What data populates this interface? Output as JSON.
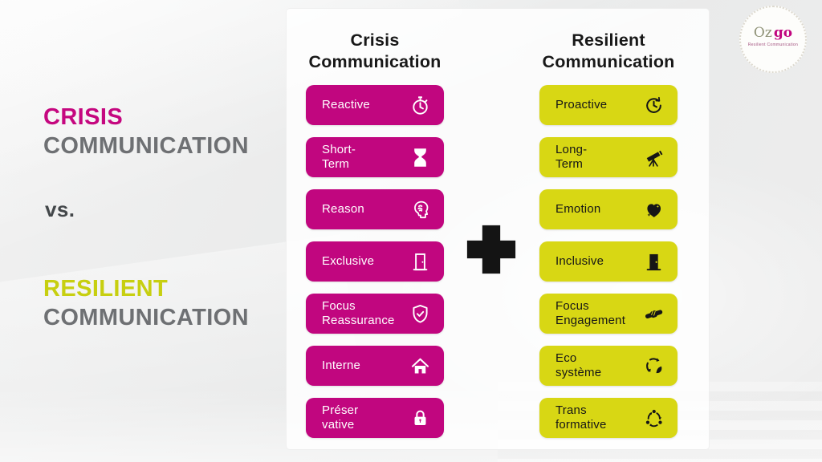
{
  "slide": {
    "left_block": {
      "line1": "CRISIS",
      "line2": "COMMUNICATION",
      "vs": "vs.",
      "line3": "RESILIENT",
      "line4": "COMMUNICATION"
    },
    "plus_symbol": "+",
    "columns": {
      "crisis": {
        "header_line1": "Crisis",
        "header_line2": "Communication",
        "pill_color": "#c1067f",
        "text_color": "#ffffff",
        "items": [
          {
            "lines": [
              "Reactive"
            ],
            "icon": "stopwatch-icon"
          },
          {
            "lines": [
              "Short-",
              "Term"
            ],
            "icon": "hourglass-icon"
          },
          {
            "lines": [
              "Reason"
            ],
            "icon": "head-brain-icon"
          },
          {
            "lines": [
              "Exclusive"
            ],
            "icon": "door-closed-icon"
          },
          {
            "lines": [
              "Focus",
              "Reassurance"
            ],
            "icon": "shield-check-icon"
          },
          {
            "lines": [
              "Interne"
            ],
            "icon": "home-icon"
          },
          {
            "lines": [
              "Préser",
              "vative"
            ],
            "icon": "padlock-icon"
          }
        ]
      },
      "resilient": {
        "header_line1": "Resilient",
        "header_line2": "Communication",
        "pill_color": "#d8d714",
        "text_color": "#161616",
        "items": [
          {
            "lines": [
              "Proactive"
            ],
            "icon": "clock-forward-icon"
          },
          {
            "lines": [
              "Long-",
              "Term"
            ],
            "icon": "telescope-icon"
          },
          {
            "lines": [
              "Emotion"
            ],
            "icon": "heart-sparkle-icon"
          },
          {
            "lines": [
              "Inclusive"
            ],
            "icon": "door-open-icon"
          },
          {
            "lines": [
              "Focus",
              "Engagement"
            ],
            "icon": "handshake-icon"
          },
          {
            "lines": [
              "Eco",
              "système"
            ],
            "icon": "recycle-leaf-icon"
          },
          {
            "lines": [
              "Trans",
              "formative"
            ],
            "icon": "cycle-arrows-icon"
          }
        ]
      }
    },
    "logo": {
      "brand_part1": "Oz",
      "brand_part2": "go",
      "tagline": "Resilient Communication"
    },
    "colors": {
      "magenta": "#c1067f",
      "yellow": "#d8d714",
      "gray_text": "#6e7073",
      "dark_text": "#43474a",
      "header_text": "#181818",
      "plus_black": "#141414"
    }
  }
}
